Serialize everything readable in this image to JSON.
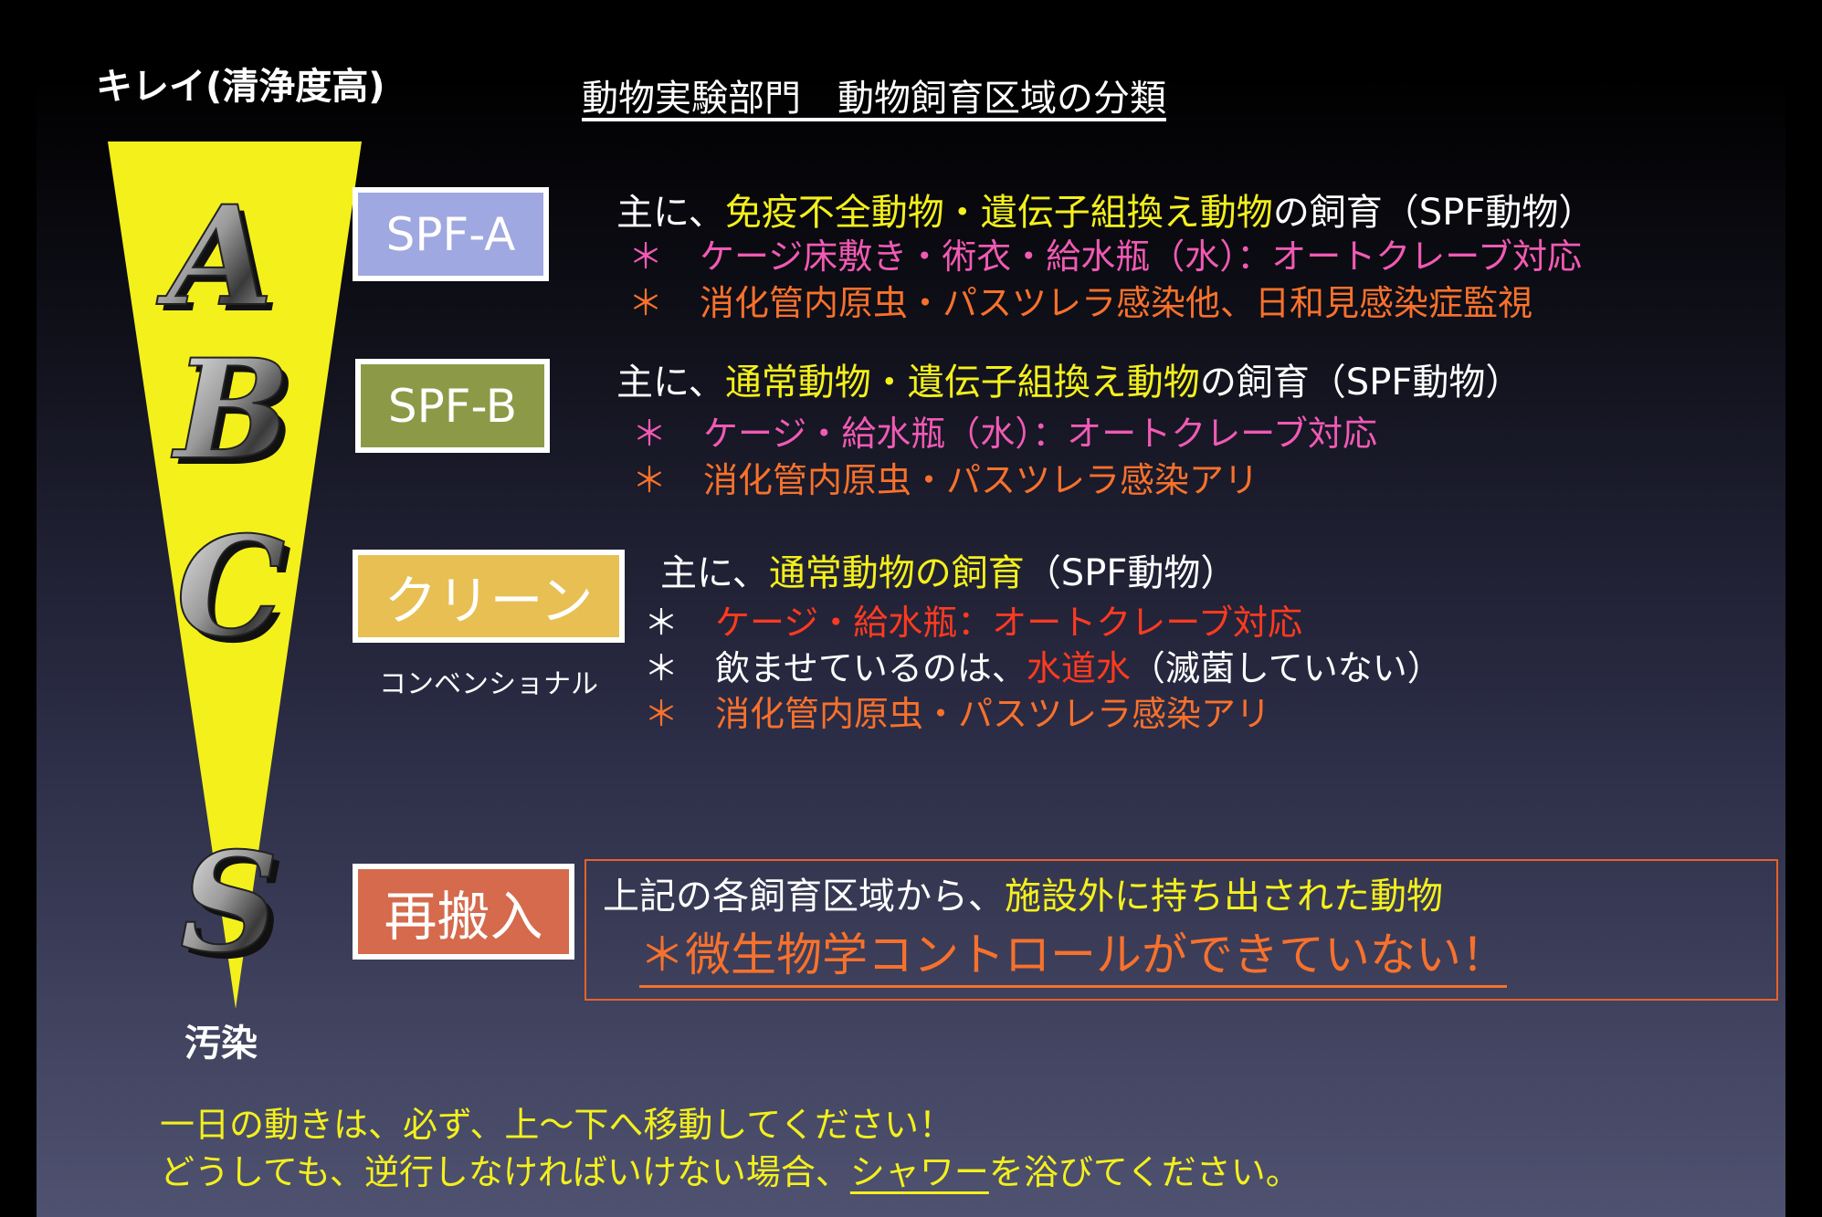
{
  "top_left_label": "キレイ(清浄度高)",
  "bottom_left_label": "汚染",
  "title": "動物実験部門　動物飼育区域の分類",
  "funnel_letters": [
    "A",
    "B",
    "C",
    "S"
  ],
  "boxes": {
    "spf_a": "SPF-A",
    "spf_b": "SPF-B",
    "clean": "クリーン",
    "clean_sub": "コンベンショナル",
    "reentry": "再搬入"
  },
  "section_a": {
    "main_prefix": "主に、",
    "main_highlight": "免疫不全動物・遺伝子組換え動物",
    "main_suffix": "の飼育（SPF動物）",
    "bullet": "＊",
    "line1": "ケージ床敷き・術衣・給水瓶（水）：オートクレーブ対応",
    "line2": "消化管内原虫・パスツレラ感染他、日和見感染症監視"
  },
  "section_b": {
    "main_prefix": "主に、",
    "main_highlight": "通常動物・遺伝子組換え動物",
    "main_suffix": "の飼育（SPF動物）",
    "bullet": "＊",
    "line1": "ケージ・給水瓶（水）：オートクレーブ対応",
    "line2": "消化管内原虫・パスツレラ感染アリ"
  },
  "section_c": {
    "main_prefix": "主に、",
    "main_highlight": "通常動物の飼育",
    "main_suffix": "（SPF動物）",
    "bullet": "＊",
    "line1": "ケージ・給水瓶：オートクレーブ対応",
    "line2_prefix": "飲ませているのは、",
    "line2_highlight": "水道水",
    "line2_suffix": "（滅菌していない）",
    "line3": "消化管内原虫・パスツレラ感染アリ"
  },
  "section_s": {
    "main_prefix": "上記の各飼育区域から、",
    "main_highlight": "施設外に持ち出された動物",
    "warning": "＊微生物学コントロールができていない！"
  },
  "footer": {
    "line1": "一日の動きは、必ず、上〜下へ移動してください！",
    "line2_prefix": "どうしても、逆行しなければいけない場合、",
    "line2_underlined": "シャワー",
    "line2_suffix": "を浴びてください。"
  },
  "colors": {
    "funnel": "#f4f01c",
    "spf_a_box": "#9fa8e0",
    "spf_b_box": "#8c9a48",
    "clean_box": "#e8bf52",
    "reentry_box": "#d56a4d",
    "highlight_yellow": "#f4f01c",
    "pink": "#f05ab4",
    "orange": "#f7712c",
    "red": "#ff3a20"
  }
}
